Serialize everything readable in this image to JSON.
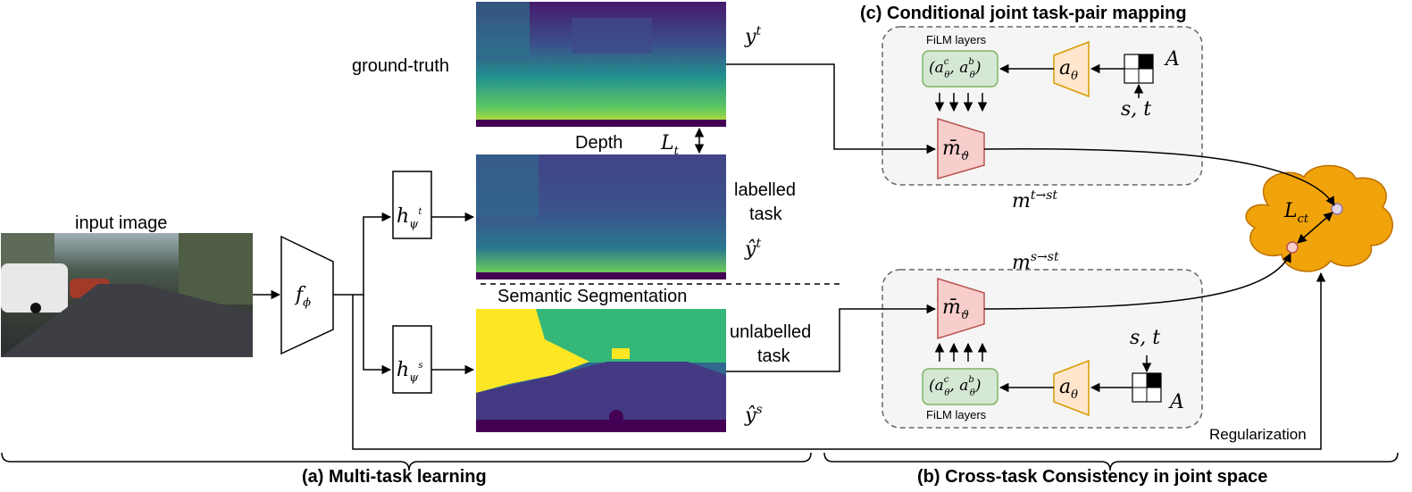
{
  "labels": {
    "input_image": "input image",
    "ground_truth": "ground-truth",
    "depth": "Depth",
    "semantic_segmentation": "Semantic Segmentation",
    "labelled_task_1": "labelled",
    "labelled_task_2": "task",
    "unlabelled_task_1": "unlabelled",
    "unlabelled_task_2": "task",
    "film_layers_top": "FiLM layers",
    "film_layers_bottom": "FiLM layers",
    "regularization": "Regularization"
  },
  "math": {
    "f": "f",
    "f_sub": "ϕ",
    "h": "h",
    "h_t_sub": "ψ",
    "h_t_subsup": "t",
    "h_s_sub": "ψ",
    "h_s_subsup": "s",
    "y": "y",
    "y_t_sup": "t",
    "yhat": "ŷ",
    "yhat_t_sup": "t",
    "yhat_s_sup": "s",
    "L": "L",
    "L_t_sub": "t",
    "L_ct_sub": "ct",
    "m": "m",
    "m_top_sup": "t→st",
    "m_bottom_sup": "s→st",
    "mbar": "m̄",
    "mbar_sub": "ϑ",
    "a": "a",
    "a_sub": "θ",
    "film_text": "(a",
    "film_c": "c",
    "film_comma": ", a",
    "film_b": "b",
    "film_close": ")",
    "film_theta": "θ",
    "A": "A",
    "st": "s, t"
  },
  "captions": {
    "a": "(a) Multi-task learning",
    "b": "(b) Cross-task Consistency in joint space",
    "c": "(c) Conditional joint task-pair mapping"
  },
  "colors": {
    "trapezoid_encoder": "#ffffff",
    "mapping_fill": "#f8cecc",
    "mapping_stroke": "#b85450",
    "a_theta_fill": "#ffe6cc",
    "a_theta_stroke": "#d79b00",
    "film_fill": "#d5e8d4",
    "film_stroke": "#82b366",
    "panel_fill": "#f5f5f5",
    "cloud_fill": "#f0a30a",
    "cloud_stroke": "#bd7000",
    "dot_top": "#e1d5e7",
    "dot_bottom": "#f8cecc"
  }
}
